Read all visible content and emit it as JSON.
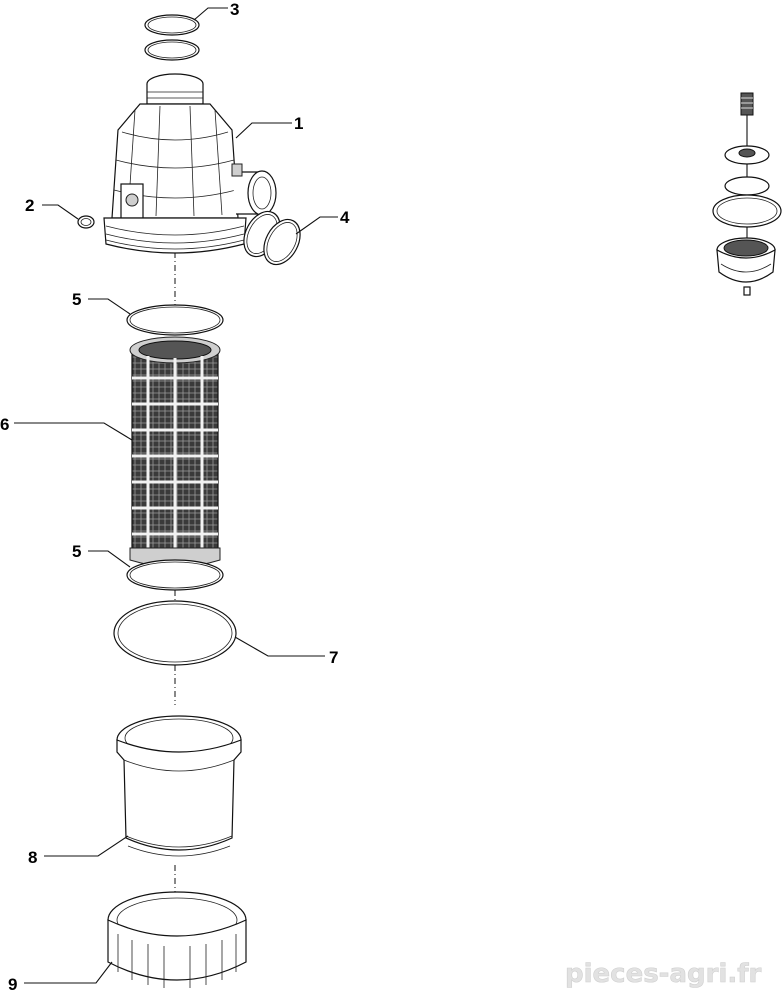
{
  "callouts": [
    {
      "id": "1",
      "label": "1"
    },
    {
      "id": "2",
      "label": "2"
    },
    {
      "id": "3",
      "label": "3"
    },
    {
      "id": "4",
      "label": "4"
    },
    {
      "id": "5a",
      "label": "5"
    },
    {
      "id": "5b",
      "label": "5"
    },
    {
      "id": "6",
      "label": "6"
    },
    {
      "id": "7",
      "label": "7"
    },
    {
      "id": "8",
      "label": "8"
    },
    {
      "id": "9",
      "label": "9"
    }
  ],
  "watermark": "pieces-agri.fr"
}
